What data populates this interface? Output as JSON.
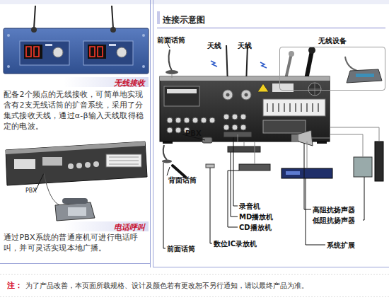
{
  "diagram": {
    "nodes": [
      {
        "text": [
          "无线接收",
          "配备2个频点的无线接收，可简单地实现含有2支无线话筒的扩音系统，采用了分集式接收天线，通过α-β输入天线取得稳定的电波。"
        ]
      },
      {
        "text": [
          "电话呼叫",
          "通过PBX系统的普通座机可进行电话呼叫，并可灵话实现本地广播。"
        ]
      },
      {
        "text": [
          "连接示意图"
        ]
      },
      {
        "text": [
          "无线设备"
        ],
        "in": 2
      }
    ],
    "labels": [
      "PBX",
      "前面话筒",
      "天线",
      "天线",
      "PBX",
      "背面话筒",
      "录音机",
      "MD播放机",
      "CD播放机",
      "数位IC录放机",
      "前面话筒",
      "高阻抗扬声器",
      "低阻抗扬声器",
      "系统扩展",
      "注：",
      "为了产品改善，本页面所载规格、设计及颜色若有更改恕不另行通知，请以最终产品为准。"
    ]
  }
}
